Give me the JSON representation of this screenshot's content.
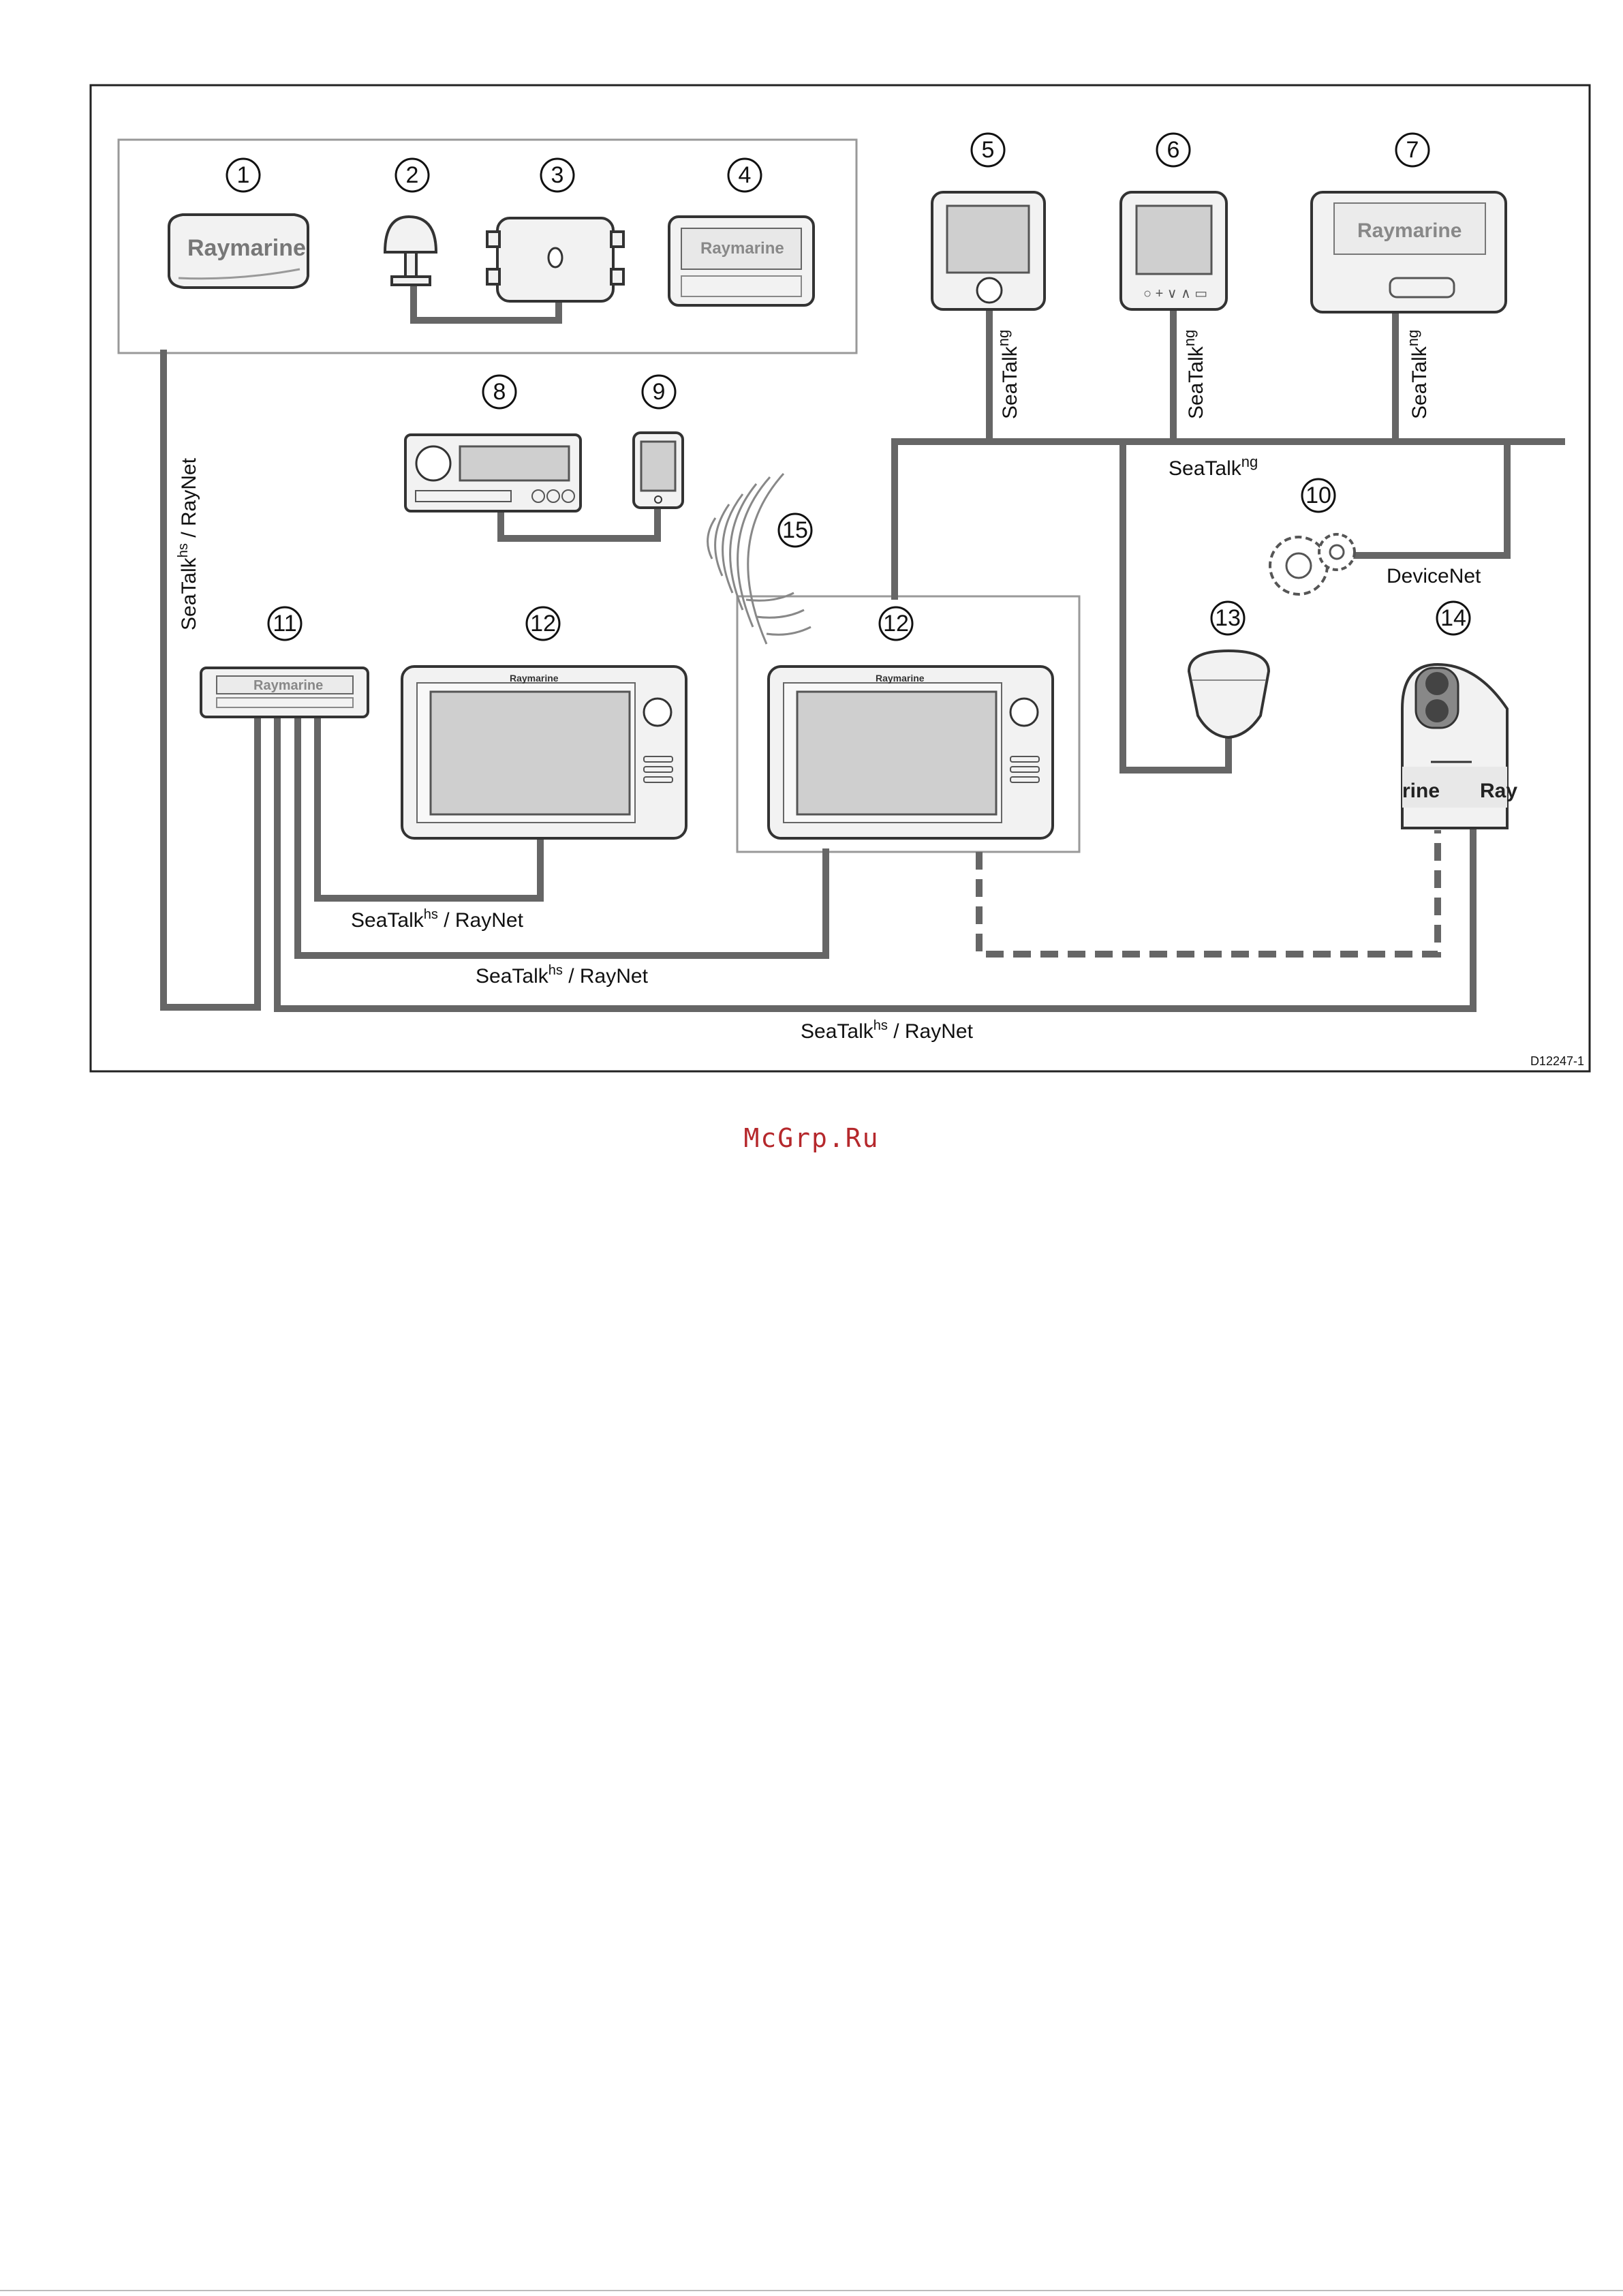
{
  "labels": {
    "seatalk_hs_raynet_vertical": [
      "SeaTalk",
      "hs",
      " / RayNet"
    ],
    "seatalk_ng_5": [
      "SeaTalk",
      "ng"
    ],
    "seatalk_ng_6": [
      "SeaTalk",
      "ng"
    ],
    "seatalk_ng_7": [
      "SeaTalk",
      "ng"
    ],
    "seatalk_ng_bus": [
      "SeaTalk",
      "ng"
    ],
    "devicenet": "DeviceNet",
    "seatalk_hs_raynet_1": [
      "SeaTalk",
      "hs",
      " / RayNet"
    ],
    "seatalk_hs_raynet_2": [
      "SeaTalk",
      "hs",
      " / RayNet"
    ],
    "seatalk_hs_raynet_3": [
      "SeaTalk",
      "hs",
      " / RayNet"
    ],
    "drawing_id": "D12247-1"
  },
  "callouts": [
    "1",
    "2",
    "3",
    "4",
    "5",
    "6",
    "7",
    "8",
    "9",
    "10",
    "11",
    "12",
    "12",
    "13",
    "14",
    "15"
  ],
  "brands": {
    "raymarine": "Raymarine",
    "ray_short": "Ray",
    "rine_short": "rine"
  },
  "watermark": "McGrp.Ru",
  "colors": {
    "cable": "#666666",
    "watermark": "#b5282c",
    "outline": "#333333"
  }
}
